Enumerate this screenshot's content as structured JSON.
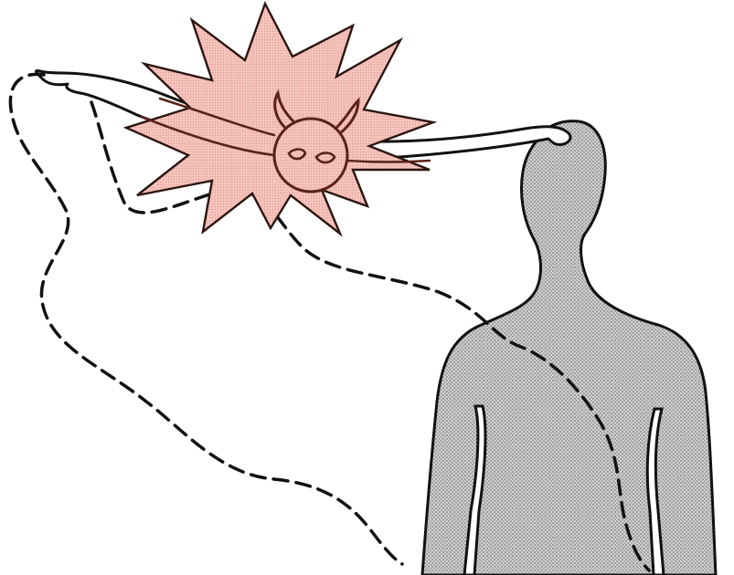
{
  "illustration": {
    "subjects": [
      "human-silhouette",
      "outstretched-arm",
      "spirit-outline",
      "demon-face",
      "starburst"
    ],
    "colors": {
      "background": "#ffffff",
      "line": "#111111",
      "body_fill": "#c9c9c9",
      "body_dot": "#8c8c8c",
      "burst_fill": "#f2b9b0",
      "burst_stroke": "#3a1a14",
      "demon_stroke": "#5a2218"
    },
    "icons": [
      "human-figure-icon",
      "ghost-outline-icon",
      "demon-face-icon",
      "explosion-burst-icon"
    ]
  }
}
